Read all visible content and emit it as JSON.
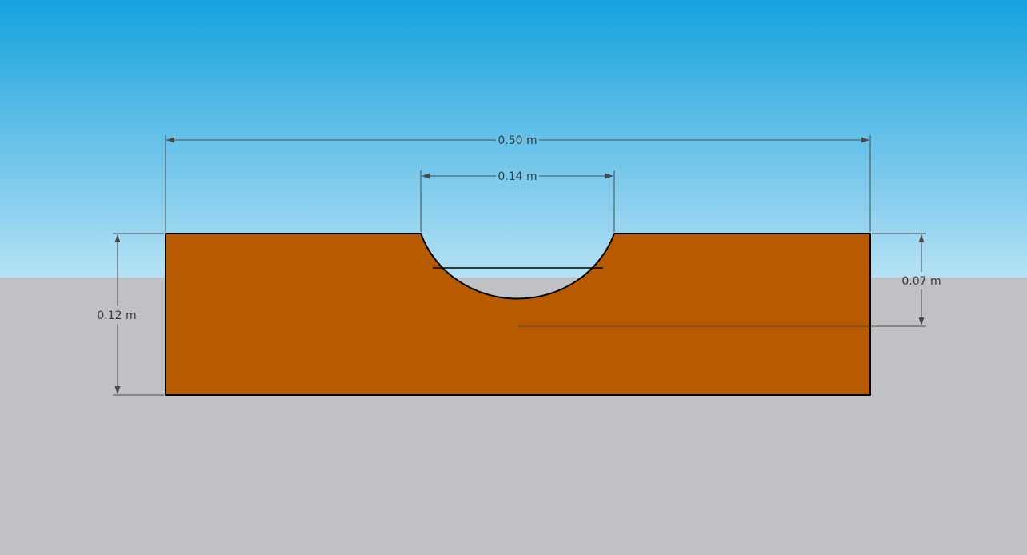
{
  "scene": {
    "sky_top_color": "#15a1dd",
    "sky_horizon_color": "#b5e1f4",
    "ground_color": "#c0c1c5",
    "solid_fill_color": "#b85b00",
    "edge_color": "#000000",
    "dimension_color": "#4a4a4a"
  },
  "dimensions": {
    "overall_width": "0.50 m",
    "groove_width": "0.14 m",
    "groove_depth": "0.07 m",
    "overall_height": "0.12 m"
  }
}
